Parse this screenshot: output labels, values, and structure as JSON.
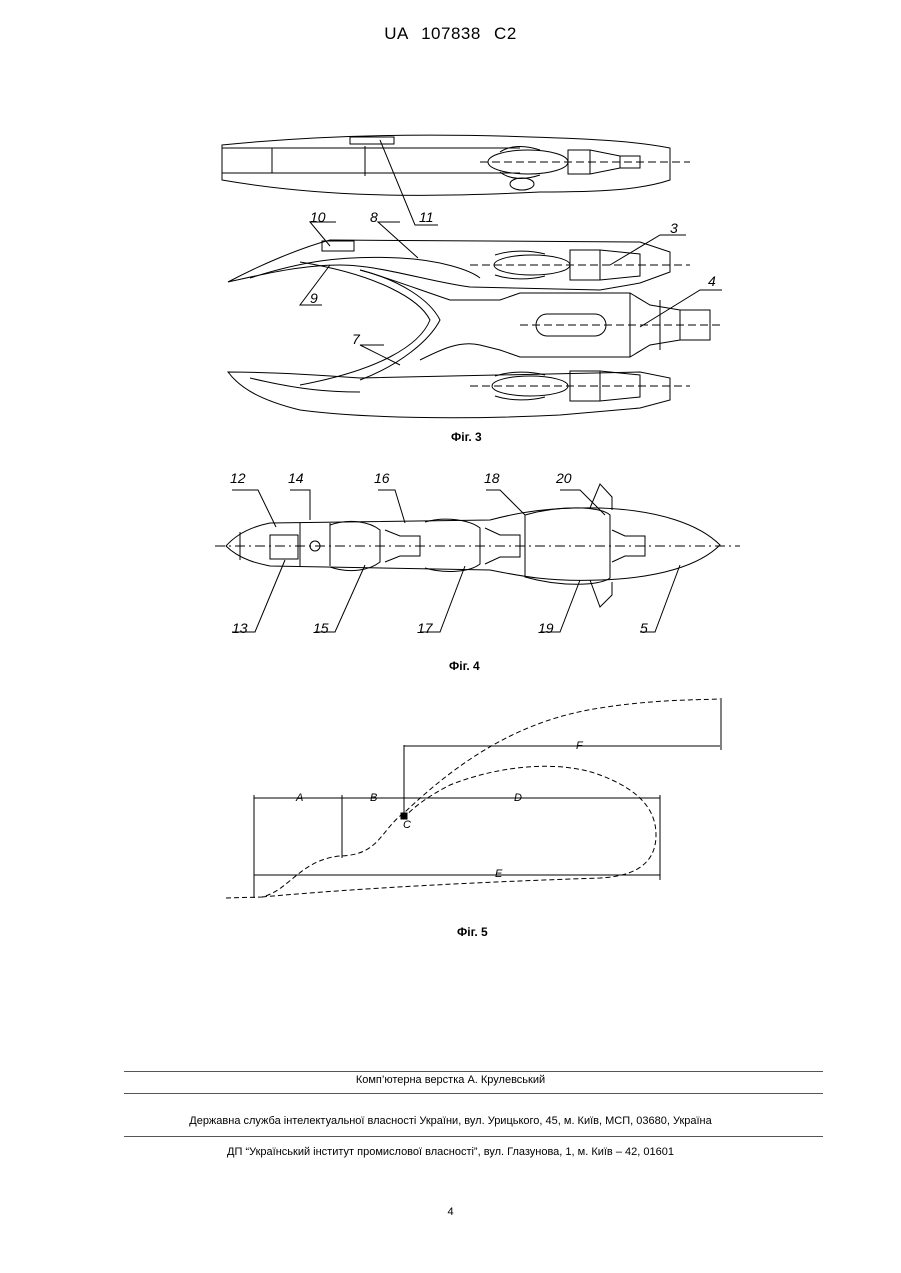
{
  "header": {
    "patent_number": "UA   107838   C2"
  },
  "figures": {
    "fig3": {
      "caption": "Фіг. 3",
      "labels": [
        "11",
        "10",
        "8",
        "9",
        "7",
        "3",
        "4"
      ]
    },
    "fig4": {
      "caption": "Фіг. 4",
      "labels": [
        "12",
        "14",
        "16",
        "18",
        "20",
        "13",
        "15",
        "17",
        "19",
        "5"
      ]
    },
    "fig5": {
      "caption": "Фіг. 5",
      "labels": [
        "A",
        "B",
        "C",
        "D",
        "E",
        "F"
      ]
    }
  },
  "footer": {
    "layout_credit": "Комп’ютерна верстка А. Крулевський",
    "agency": "Державна служба інтелектуальної власності України, вул. Урицького, 45, м. Київ, МСП, 03680, Україна",
    "institute": "ДП “Український інститут промислової власності”, вул. Глазунова, 1, м. Київ – 42, 01601"
  },
  "page_number": "4"
}
